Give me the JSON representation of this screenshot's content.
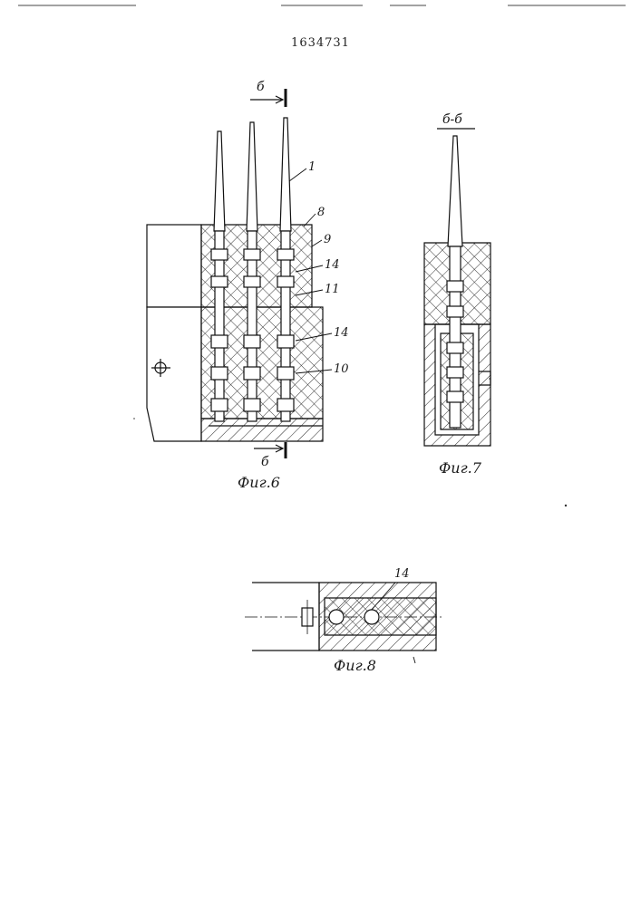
{
  "patent_number": "1634731",
  "fig6": {
    "caption": "Фиг.6",
    "section_mark": "б",
    "callouts": [
      "1",
      "8",
      "9",
      "14",
      "11",
      "14",
      "10"
    ]
  },
  "fig7": {
    "caption": "Фиг.7",
    "section_title": "б-б"
  },
  "fig8": {
    "caption": "Фиг.8",
    "callouts": [
      "14"
    ]
  }
}
